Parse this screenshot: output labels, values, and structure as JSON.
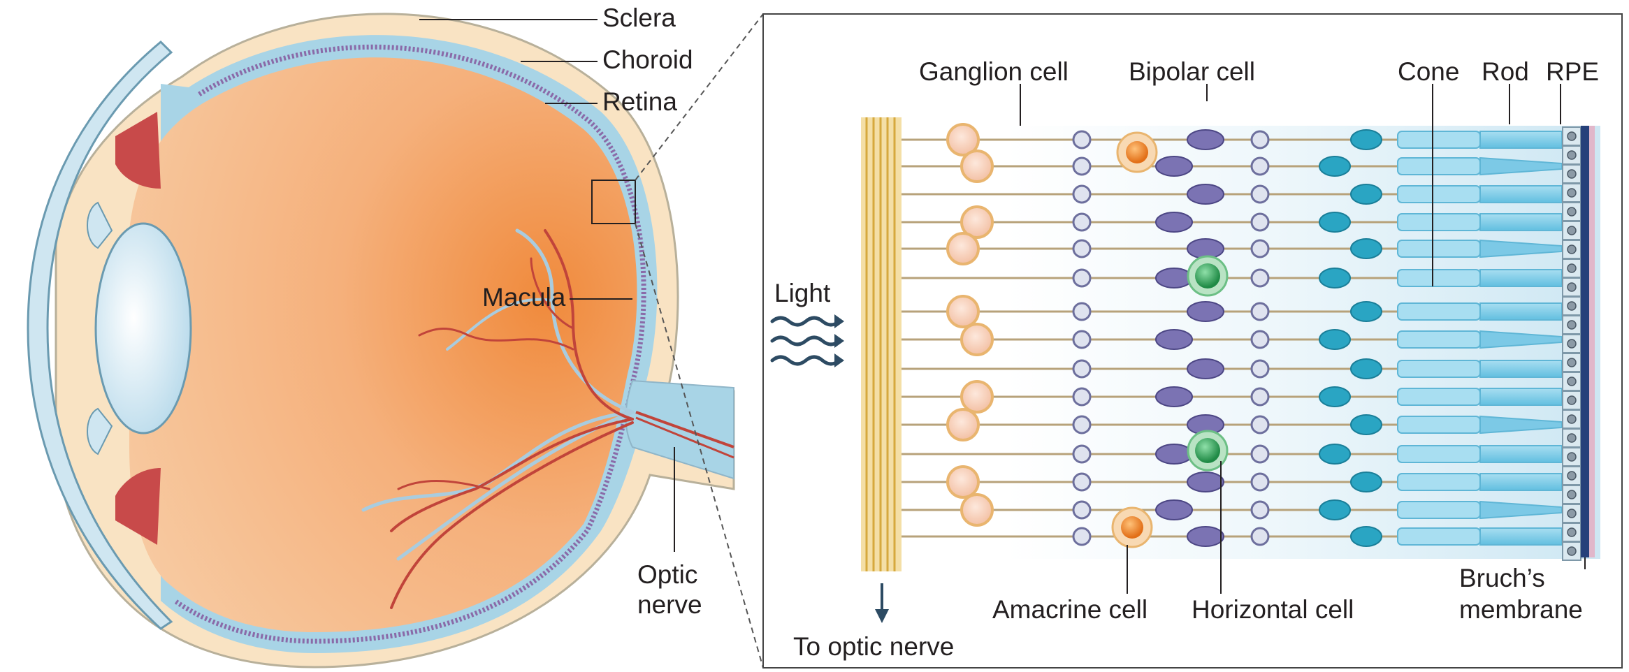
{
  "eye": {
    "labels": {
      "sclera": "Sclera",
      "choroid": "Choroid",
      "retina": "Retina",
      "macula": "Macula",
      "optic_nerve_line1": "Optic",
      "optic_nerve_line2": "nerve"
    }
  },
  "retina_detail": {
    "labels": {
      "ganglion_cell": "Ganglion cell",
      "bipolar_cell": "Bipolar cell",
      "cone": "Cone",
      "rod": "Rod",
      "rpe": "RPE",
      "light": "Light",
      "amacrine_cell": "Amacrine cell",
      "horizontal_cell": "Horizontal cell",
      "bruchs_line1": "Bruch’s",
      "bruchs_line2": "membrane",
      "to_optic_nerve": "To optic nerve"
    }
  },
  "colors": {
    "sclera_fill": "#f9e3c3",
    "eye_interior": "#f4a66a",
    "retina_band": "#8a6aa8",
    "choroid_band": "#a8d4e6",
    "vessel_red": "#c1443a",
    "vessel_blue": "#a9ccdf",
    "cornea_blue": "#cfe6f1",
    "ciliary_red": "#c84a4a",
    "ganglion_fill": "#f6d1b6",
    "ganglion_stroke": "#e9b56f",
    "bipolar_fill": "#7b73b3",
    "amacrine_fill": "#f0862a",
    "horizontal_fill": "#2f9a55",
    "photoreceptor_fill": "#8fd3ec",
    "nucleus_fill": "#2aa5c3",
    "rpe_fill": "#dbe9f0",
    "bruch_fill": "#26417a",
    "nerve_fiber": "#e8c471"
  }
}
